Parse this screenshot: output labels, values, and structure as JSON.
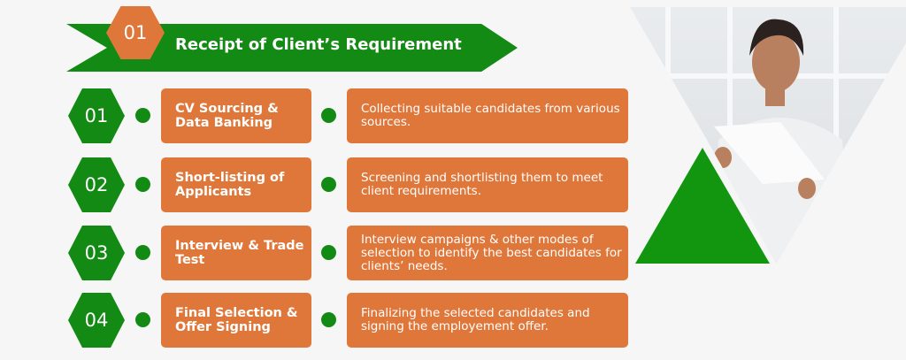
{
  "banner": {
    "number": "01",
    "title": "Receipt of Client’s Requirement"
  },
  "steps": [
    {
      "number": "01",
      "title": "CV Sourcing & Data Banking",
      "description": "Collecting suitable candidates from various sources."
    },
    {
      "number": "02",
      "title": "Short-listing of Applicants",
      "description": "Screening and shortlisting them to meet client requirements."
    },
    {
      "number": "03",
      "title": "Interview & Trade Test",
      "description": "Interview campaigns & other modes of selection to identify the best candidates for clients’ needs."
    },
    {
      "number": "04",
      "title": "Final Selection & Offer Signing",
      "description": "Finalizing the selected candidates and signing the employement offer."
    }
  ],
  "colors": {
    "green": "#138a13",
    "orange": "#e0773a",
    "background": "#f6f6f6"
  }
}
